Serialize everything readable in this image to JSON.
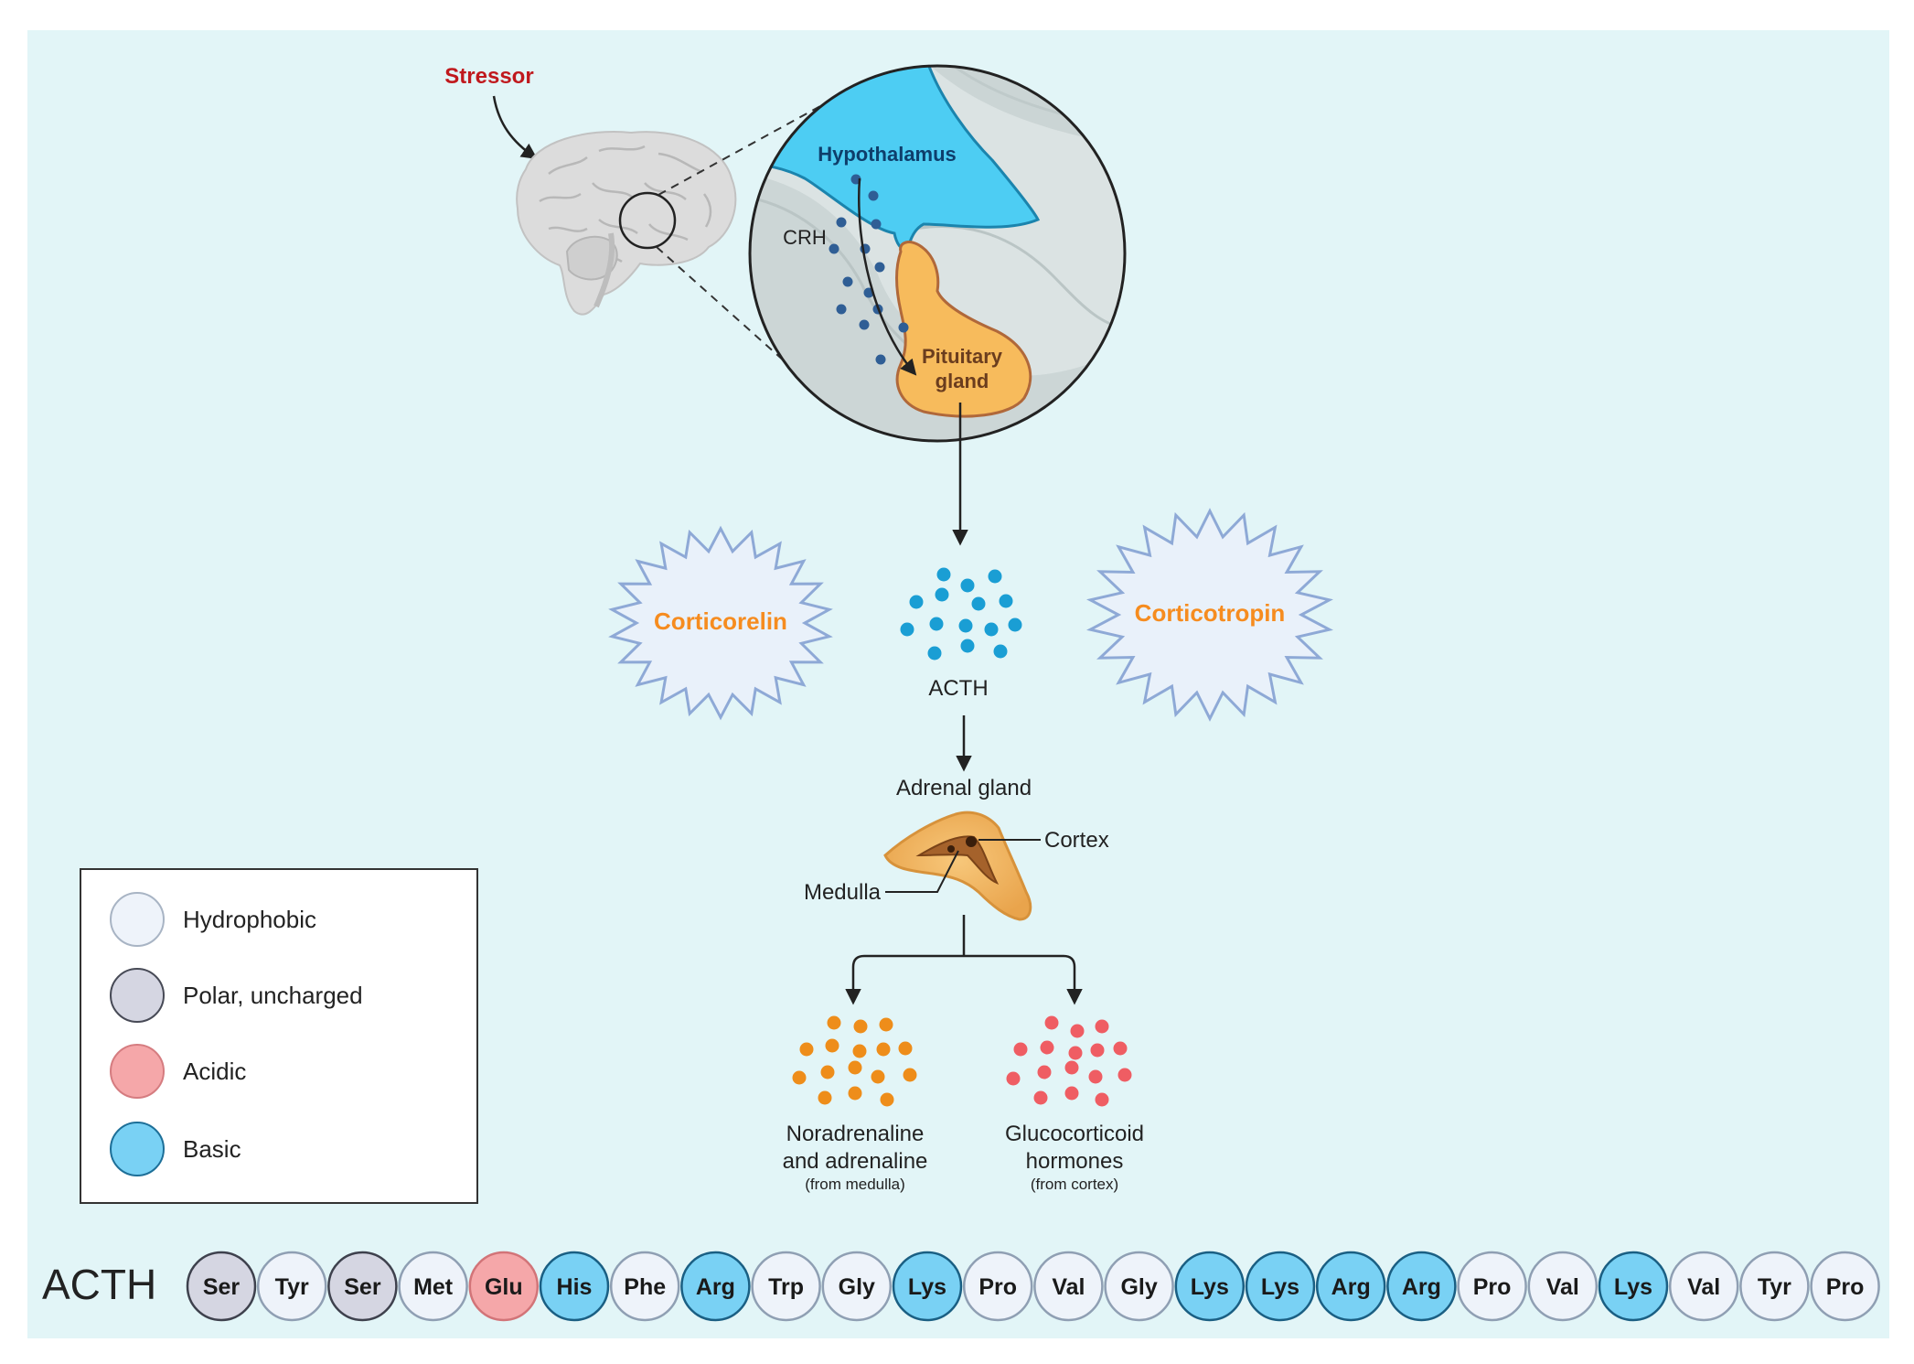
{
  "labels": {
    "stressor": "Stressor",
    "hypothalamus": "Hypothalamus",
    "crh": "CRH",
    "pituitary_line1": "Pituitary",
    "pituitary_line2": "gland",
    "corticorelin": "Corticorelin",
    "corticotropin": "Corticotropin",
    "acth_cluster": "ACTH",
    "adrenal_gland": "Adrenal gland",
    "cortex": "Cortex",
    "medulla": "Medulla",
    "nor_line1": "Noradrenaline",
    "nor_line2": "and adrenaline",
    "nor_sub": "(from medulla)",
    "gluco_line1": "Glucocorticoid",
    "gluco_line2": "hormones",
    "gluco_sub": "(from cortex)",
    "acth_seq_title": "ACTH"
  },
  "legend": {
    "items": [
      {
        "label": "Hydrophobic",
        "type": "hydrophobic"
      },
      {
        "label": "Polar, uncharged",
        "type": "polar"
      },
      {
        "label": "Acidic",
        "type": "acidic"
      },
      {
        "label": "Basic",
        "type": "basic"
      }
    ]
  },
  "colors": {
    "background": "#e2f5f7",
    "hydrophobic": "#eef3fa",
    "polar": "#d5d6e2",
    "acidic": "#f5a7a9",
    "basic": "#79d1f4",
    "hypothalamus": "#4dcdf3",
    "pituitary": "#f7bb5c",
    "stressor": "#c0191d",
    "star_text": "#f68c1f",
    "acth_dots": "#1a9ed4",
    "crh_dots": "#2f5e95",
    "nor_dots": "#ee8d1a",
    "gluco_dots": "#ef5d63"
  },
  "sequence": [
    {
      "aa": "Ser",
      "type": "polar"
    },
    {
      "aa": "Tyr",
      "type": "hydrophobic"
    },
    {
      "aa": "Ser",
      "type": "polar"
    },
    {
      "aa": "Met",
      "type": "hydrophobic"
    },
    {
      "aa": "Glu",
      "type": "acidic"
    },
    {
      "aa": "His",
      "type": "basic"
    },
    {
      "aa": "Phe",
      "type": "hydrophobic"
    },
    {
      "aa": "Arg",
      "type": "basic"
    },
    {
      "aa": "Trp",
      "type": "hydrophobic"
    },
    {
      "aa": "Gly",
      "type": "hydrophobic"
    },
    {
      "aa": "Lys",
      "type": "basic"
    },
    {
      "aa": "Pro",
      "type": "hydrophobic"
    },
    {
      "aa": "Val",
      "type": "hydrophobic"
    },
    {
      "aa": "Gly",
      "type": "hydrophobic"
    },
    {
      "aa": "Lys",
      "type": "basic"
    },
    {
      "aa": "Lys",
      "type": "basic"
    },
    {
      "aa": "Arg",
      "type": "basic"
    },
    {
      "aa": "Arg",
      "type": "basic"
    },
    {
      "aa": "Pro",
      "type": "hydrophobic"
    },
    {
      "aa": "Val",
      "type": "hydrophobic"
    },
    {
      "aa": "Lys",
      "type": "basic"
    },
    {
      "aa": "Val",
      "type": "hydrophobic"
    },
    {
      "aa": "Tyr",
      "type": "hydrophobic"
    },
    {
      "aa": "Pro",
      "type": "hydrophobic"
    }
  ]
}
